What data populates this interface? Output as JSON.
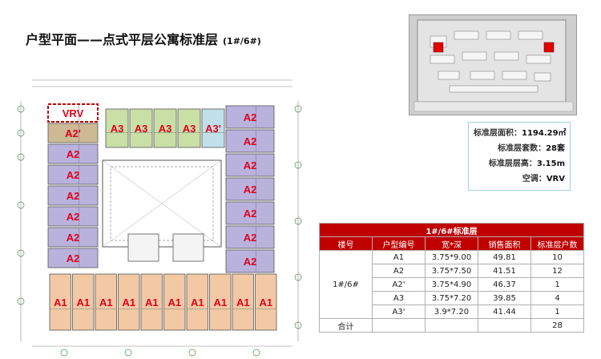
{
  "title": {
    "main": "户型平面——点式平层公寓标准层",
    "sub": "(1#/6#)"
  },
  "plan": {
    "units_left": [
      {
        "label": "VRV",
        "fill": "#ffffff",
        "stroke": "#c00000"
      },
      {
        "label": "A2'",
        "fill": "#cdb994"
      },
      {
        "label": "A2",
        "fill": "#b9b2dd"
      },
      {
        "label": "A2",
        "fill": "#b9b2dd"
      },
      {
        "label": "A2",
        "fill": "#b9b2dd"
      },
      {
        "label": "A2",
        "fill": "#b9b2dd"
      },
      {
        "label": "A2",
        "fill": "#b9b2dd"
      },
      {
        "label": "A2",
        "fill": "#b9b2dd"
      }
    ],
    "units_top": [
      {
        "label": "A3",
        "fill": "#c9dfa6"
      },
      {
        "label": "A3",
        "fill": "#c9dfa6"
      },
      {
        "label": "A3",
        "fill": "#c9dfa6"
      },
      {
        "label": "A3",
        "fill": "#c9dfa6"
      },
      {
        "label": "A3'",
        "fill": "#bfe0e8"
      }
    ],
    "units_right": [
      {
        "label": "A2",
        "fill": "#b9b2dd"
      },
      {
        "label": "A2",
        "fill": "#b9b2dd"
      },
      {
        "label": "A2",
        "fill": "#b9b2dd"
      },
      {
        "label": "A2",
        "fill": "#b9b2dd"
      },
      {
        "label": "A2",
        "fill": "#b9b2dd"
      },
      {
        "label": "A2",
        "fill": "#b9b2dd"
      },
      {
        "label": "A2",
        "fill": "#b9b2dd"
      }
    ],
    "units_bottom": [
      {
        "label": "A1",
        "fill": "#f2c9a4"
      },
      {
        "label": "A1",
        "fill": "#f2c9a4"
      },
      {
        "label": "A1",
        "fill": "#f2c9a4"
      },
      {
        "label": "A1",
        "fill": "#f2c9a4"
      },
      {
        "label": "A1",
        "fill": "#f2c9a4"
      },
      {
        "label": "A1",
        "fill": "#f2c9a4"
      },
      {
        "label": "A1",
        "fill": "#f2c9a4"
      },
      {
        "label": "A1",
        "fill": "#f2c9a4"
      },
      {
        "label": "A1",
        "fill": "#f2c9a4"
      },
      {
        "label": "A1",
        "fill": "#f2c9a4"
      }
    ],
    "label_color": "#e0001b"
  },
  "info": {
    "rows": [
      {
        "label": "标准层面积：",
        "value": "1194.29㎡"
      },
      {
        "label": "标准层套数：",
        "value": "28套"
      },
      {
        "label": "标准层层高：",
        "value": "3.15m"
      },
      {
        "label": "空调：",
        "value": "VRV"
      }
    ]
  },
  "table": {
    "caption": "1#/6#标准层",
    "headers": [
      "楼号",
      "户型编号",
      "宽*深",
      "销售面积",
      "标准层户数"
    ],
    "building": "1#/6#",
    "rows": [
      {
        "type": "A1",
        "size": "3.75*9.00",
        "area": "49.81",
        "count": "10"
      },
      {
        "type": "A2",
        "size": "3.75*7.50",
        "area": "41.51",
        "count": "12"
      },
      {
        "type": "A2'",
        "size": "3.75*4.90",
        "area": "46.37",
        "count": "1"
      },
      {
        "type": "A3",
        "size": "3.75*7.20",
        "area": "39.85",
        "count": "4"
      },
      {
        "type": "A3'",
        "size": "3.9*7.20",
        "area": "41.44",
        "count": "1"
      }
    ],
    "total_label": "合计",
    "total": "28"
  }
}
